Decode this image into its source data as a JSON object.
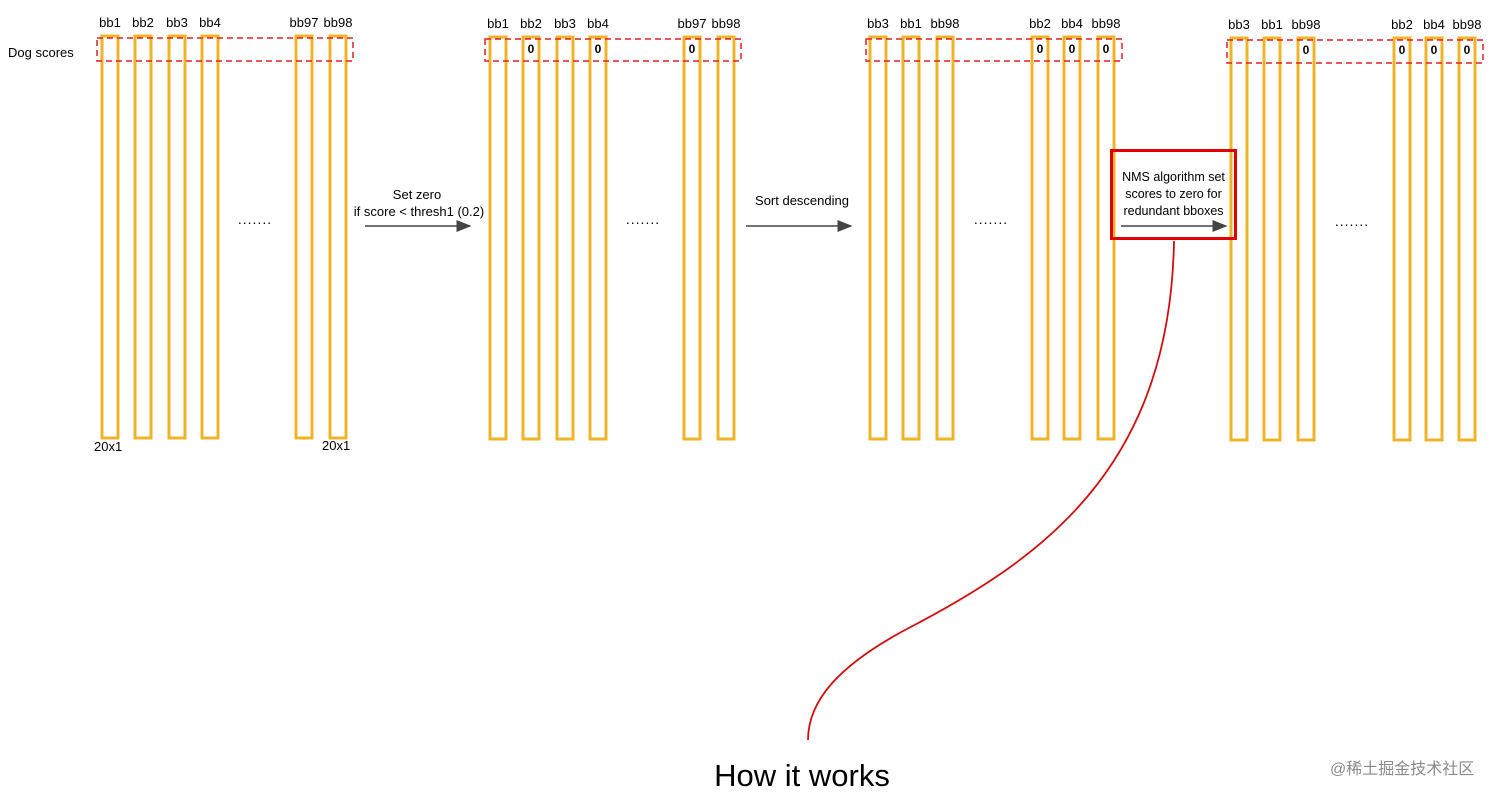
{
  "row_label": "Dog scores",
  "vector_size_label": "20x1",
  "zero_value": "0",
  "ellipsis": ".......",
  "steps": {
    "set_zero": {
      "line1": "Set zero",
      "line2": "if score < thresh1 (0.2)"
    },
    "sort": {
      "text": "Sort descending"
    },
    "nms": {
      "line1": "NMS algorithm set",
      "line2": "scores to zero for",
      "line3": "redundant bboxes"
    }
  },
  "groups": [
    {
      "id": "original",
      "boxes": [
        {
          "label": "bb1",
          "zero": false
        },
        {
          "label": "bb2",
          "zero": false
        },
        {
          "label": "bb3",
          "zero": false
        },
        {
          "label": "bb4",
          "zero": false
        },
        {
          "label": "bb97",
          "zero": false
        },
        {
          "label": "bb98",
          "zero": false
        }
      ]
    },
    {
      "id": "thresholded",
      "boxes": [
        {
          "label": "bb1",
          "zero": false
        },
        {
          "label": "bb2",
          "zero": true
        },
        {
          "label": "bb3",
          "zero": false
        },
        {
          "label": "bb4",
          "zero": true
        },
        {
          "label": "bb97",
          "zero": true
        },
        {
          "label": "bb98",
          "zero": false
        }
      ]
    },
    {
      "id": "sorted",
      "boxes": [
        {
          "label": "bb3",
          "zero": false
        },
        {
          "label": "bb1",
          "zero": false
        },
        {
          "label": "bb98",
          "zero": false
        },
        {
          "label": "bb2",
          "zero": true
        },
        {
          "label": "bb4",
          "zero": true
        },
        {
          "label": "bb98",
          "zero": true
        }
      ]
    },
    {
      "id": "after_nms",
      "boxes": [
        {
          "label": "bb3",
          "zero": false
        },
        {
          "label": "bb1",
          "zero": false
        },
        {
          "label": "bb98",
          "zero": true
        },
        {
          "label": "bb2",
          "zero": true
        },
        {
          "label": "bb4",
          "zero": true
        },
        {
          "label": "bb98",
          "zero": true
        }
      ]
    }
  ],
  "caption": "How it works",
  "watermark": "@稀土掘金技术社区",
  "colors": {
    "bar": "#f0b429",
    "dashed": "#e02020",
    "highlight": "#e00000",
    "arrow": "#444444",
    "curve": "#d01010"
  }
}
